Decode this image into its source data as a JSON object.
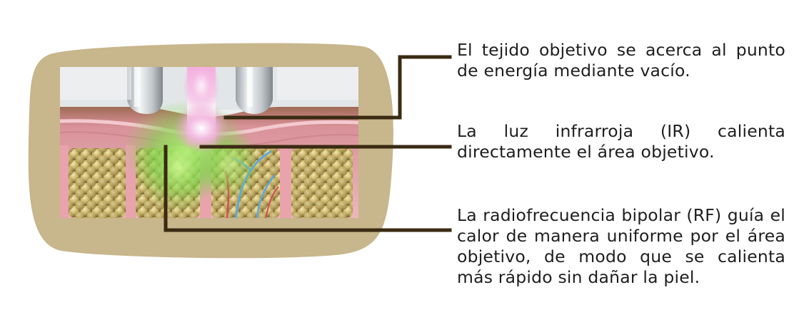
{
  "colors": {
    "frame": "#c8b68c",
    "leader_line": "#3a2a12",
    "text": "#1e1e1e",
    "skin": "#e7a6b0",
    "fat": "#b9a35a",
    "applicator": "#cfd3d6",
    "energy_pink": "#f08fd0",
    "energy_green": "#7ed64a",
    "vessel_blue": "#5aa8e0",
    "vessel_red": "#d24a5a"
  },
  "illustration": {
    "subject": "bipolar RF + infrared vacuum applicator acting on skin and fat tissue"
  },
  "callouts": [
    {
      "id": "vacuum",
      "text": "El tejido objetivo se acerca al punto de energía mediante vacío."
    },
    {
      "id": "infrared",
      "text": "La luz infrarroja (IR) calienta directamente el área objetivo."
    },
    {
      "id": "rf",
      "text": "La radiofrecuencia bipolar (RF) guía el calor de manera uniforme por el área objetivo, de modo que se calienta más rápido sin dañar la piel."
    }
  ]
}
